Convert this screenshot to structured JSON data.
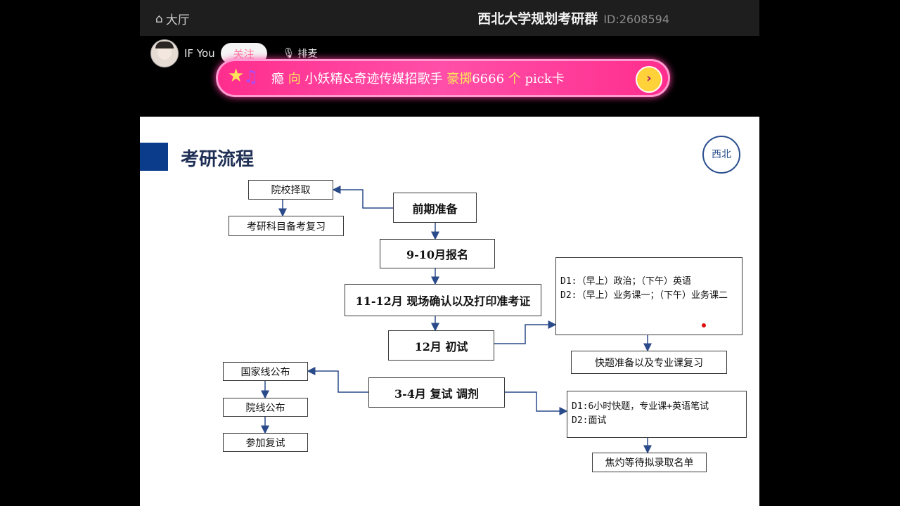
{
  "topbar": {
    "home_label": "大厅",
    "room_title": "西北大学规划考研群",
    "room_id": "ID:2608594"
  },
  "host": {
    "name": "IF  You",
    "follow_label": "关注",
    "mic_label": "排麦"
  },
  "banner": {
    "pre": "瘾",
    "highlight1": "向",
    "mid": "小妖精&奇迹传媒招歌手",
    "highlight2": "豪掷",
    "amount": "6666",
    "highlight3": "个",
    "post": "pick卡"
  },
  "slide": {
    "title": "考研流程",
    "logo_text": "西北",
    "boxes": {
      "prep": "前期准备",
      "select": "院校择取",
      "review": "考研科目备考复习",
      "register": "9-10月报名",
      "confirm": "11-12月 现场确认以及打印准考证",
      "first_exam": "12月   初试",
      "first_detail": "D1:（早上）政治；（下午）英语\nD2:（早上）业务课一；（下午）业务课二",
      "first_after": "快题准备以及专业课复习",
      "retest": "3-4月  复试 调剂",
      "national": "国家线公布",
      "school_line": "院线公布",
      "attend": "参加复试",
      "retest_detail": "D1:6小时快题，专业课+英语笔试\nD2:面试",
      "wait": "焦灼等待拟录取名单"
    }
  }
}
